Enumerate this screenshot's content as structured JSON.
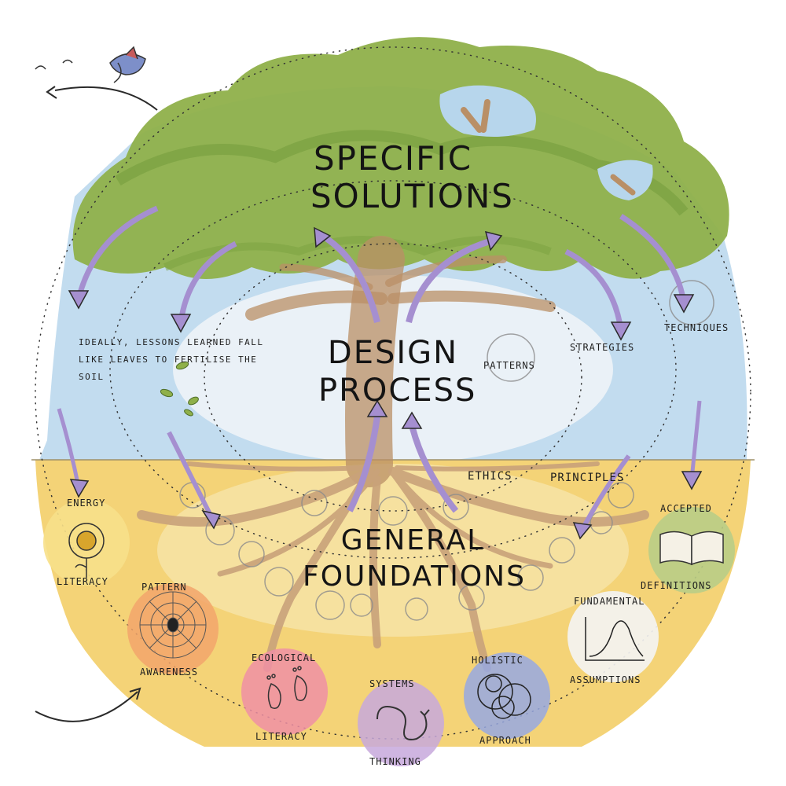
{
  "headings": {
    "specific_solutions_line1": "SPECIFIC",
    "specific_solutions_line2": "SOLUTIONS",
    "design_process_line1": "DESIGN",
    "design_process_line2": "PROCESS",
    "general_foundations_line1": "GENERAL",
    "general_foundations_line2": "FOUNDATIONS"
  },
  "note": "IDEALLY, LESSONS LEARNED FALL LIKE LEAVES TO FERTILISE THE SOIL",
  "canopy_labels": {
    "patterns": "PATTERNS",
    "strategies": "STRATEGIES",
    "techniques": "TECHNIQUES"
  },
  "root_labels": {
    "ethics": "ETHICS",
    "principles": "PRINCIPLES"
  },
  "foundations": [
    {
      "top": "ENERGY",
      "bottom": "LITERACY",
      "icon": "sunflower-icon"
    },
    {
      "top": "PATTERN",
      "bottom": "AWARENESS",
      "icon": "spiderweb-icon"
    },
    {
      "top": "ECOLOGICAL",
      "bottom": "LITERACY",
      "icon": "footprints-icon"
    },
    {
      "top": "SYSTEMS",
      "bottom": "THINKING",
      "icon": "loop-icon"
    },
    {
      "top": "HOLISTIC",
      "bottom": "APPROACH",
      "icon": "overlapping-circles-icon"
    },
    {
      "top": "FUNDAMENTAL",
      "bottom": "ASSUMPTIONS",
      "icon": "curve-graph-icon"
    },
    {
      "top": "ACCEPTED",
      "bottom": "DEFINITIONS",
      "icon": "open-book-icon"
    }
  ],
  "colors": {
    "canopy": "#8fb04a",
    "canopy_dark": "#6f9a3a",
    "sky": "#a9cfe6",
    "soil": "#f1c85a",
    "trunk": "#c9a27a",
    "arrow": "#a58fd0"
  }
}
